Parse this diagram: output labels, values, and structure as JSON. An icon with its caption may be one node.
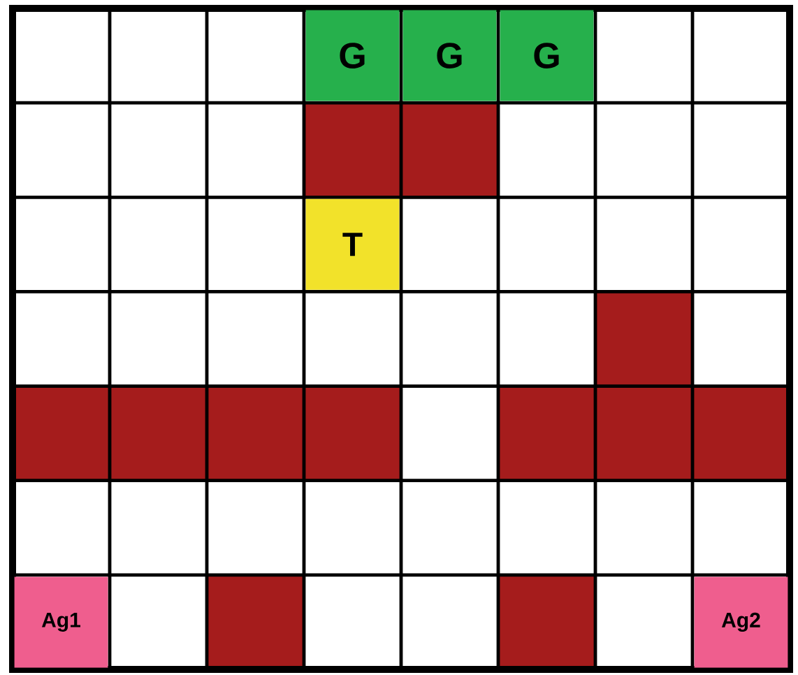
{
  "diagram": {
    "labels": [
      "G",
      "G",
      "G",
      "T",
      "Ag1",
      "Ag2"
    ]
  }
}
